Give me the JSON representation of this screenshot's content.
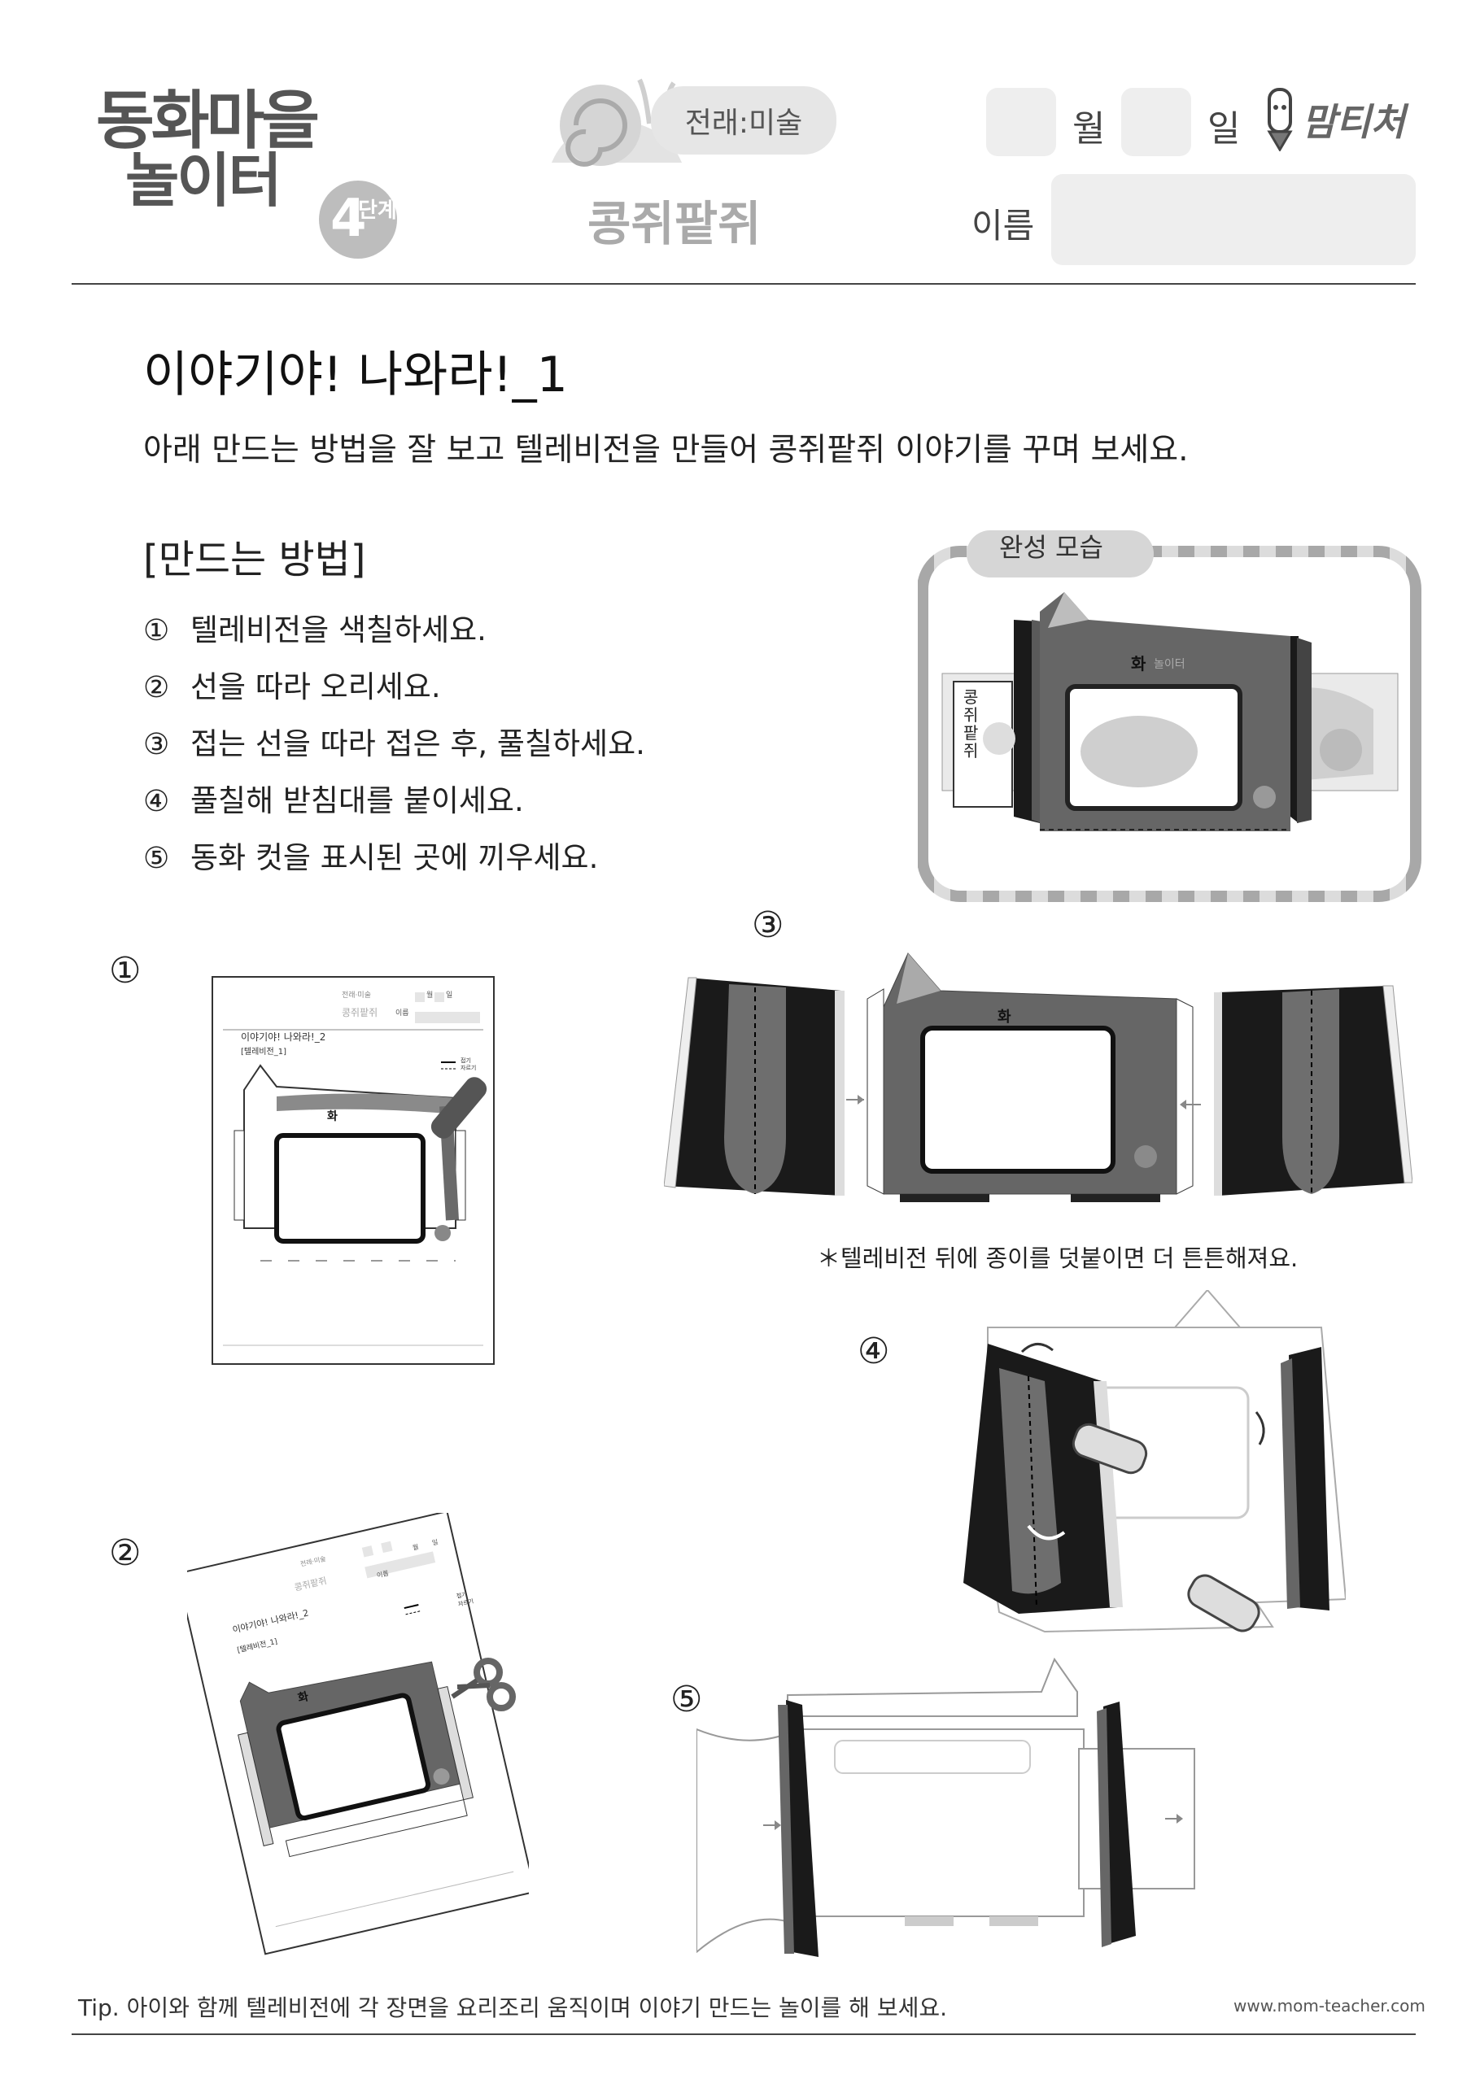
{
  "header": {
    "logo_line1": "동화마을",
    "logo_line2": "놀이터",
    "level_num": "4",
    "level_unit": "단계",
    "category": "전래:미술",
    "story_title": "콩쥐팥쥐",
    "month_label": "월",
    "day_label": "일",
    "name_label": "이름",
    "brand": "맘티처"
  },
  "main": {
    "title": "이야기야! 나와라!_1",
    "instruction": "아래 만드는 방법을 잘 보고 텔레비전을 만들어 콩쥐팥쥐 이야기를 꾸며 보세요.",
    "method_heading": "[만드는 방법]",
    "steps": [
      {
        "num": "①",
        "text": "텔레비전을 색칠하세요."
      },
      {
        "num": "②",
        "text": "선을 따라 오리세요."
      },
      {
        "num": "③",
        "text": "접는 선을 따라 접은 후, 풀칠하세요."
      },
      {
        "num": "④",
        "text": "풀칠해 받침대를 붙이세요."
      },
      {
        "num": "⑤",
        "text": "동화 컷을 표시된 곳에 끼우세요."
      }
    ]
  },
  "finished": {
    "label": "완성 모습",
    "tv_logo": "화",
    "tv_brand": "놀이터",
    "story_vertical": "콩쥐팥쥐"
  },
  "figures": {
    "n1": "①",
    "n2": "②",
    "n3": "③",
    "n4": "④",
    "n5": "⑤",
    "mini_title": "이야기야! 나와라!_2",
    "mini_sub": "[텔레비전_1]",
    "mini_story": "콩쥐팥쥐",
    "mini_cat": "전래·미술",
    "mini_name": "이름",
    "mini_month": "월",
    "mini_day": "일",
    "mini_fold": "접기",
    "mini_cut": "자르기",
    "tv_logo": "화",
    "note": "＊텔레비전 뒤에 종이를 덧붙이면 더 튼튼해져요."
  },
  "footer": {
    "tip": "Tip. 아이와 함께 텔레비전에 각 장면을 요리조리 움직이며 이야기 만드는 놀이를 해 보세요.",
    "url": "www.mom-teacher.com"
  },
  "colors": {
    "tv_body": "#666666",
    "panel_dark": "#1a1a1a",
    "panel_mid": "#6e6e6e",
    "stripe": "#a8a8a8",
    "box_gray": "#eeeeee"
  }
}
